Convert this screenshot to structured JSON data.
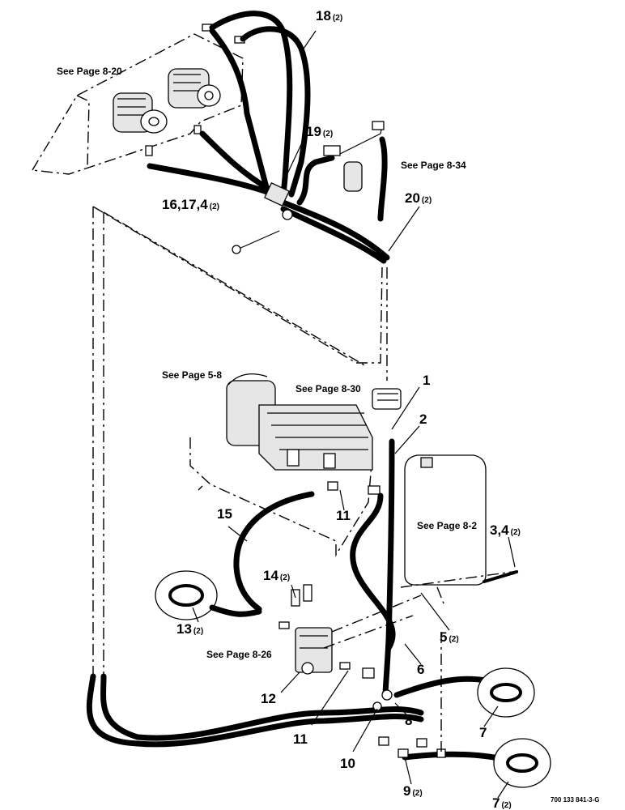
{
  "diagram": {
    "page_refs": {
      "p8_20": "See Page 8-20",
      "p8_34": "See Page 8-34",
      "p5_8": "See Page 5-8",
      "p8_30": "See Page 8-30",
      "p8_2": "See Page 8-2",
      "p8_26": "See Page 8-26"
    },
    "callouts": {
      "c18": {
        "num": "18",
        "qty": "(2)"
      },
      "c19": {
        "num": "19",
        "qty": "(2)"
      },
      "c20": {
        "num": "20",
        "qty": "(2)"
      },
      "c16": {
        "num": "16,17,4",
        "qty": "(2)"
      },
      "c1": {
        "num": "1",
        "qty": ""
      },
      "c2": {
        "num": "2",
        "qty": ""
      },
      "c3": {
        "num": "3,4",
        "qty": "(2)"
      },
      "c15": {
        "num": "15",
        "qty": ""
      },
      "c11a": {
        "num": "11",
        "qty": ""
      },
      "c14": {
        "num": "14",
        "qty": "(2)"
      },
      "c13": {
        "num": "13",
        "qty": "(2)"
      },
      "c5": {
        "num": "5",
        "qty": "(2)"
      },
      "c6": {
        "num": "6",
        "qty": ""
      },
      "c12": {
        "num": "12",
        "qty": ""
      },
      "c7a": {
        "num": "7",
        "qty": ""
      },
      "c8": {
        "num": "8",
        "qty": ""
      },
      "c11b": {
        "num": "11",
        "qty": ""
      },
      "c10": {
        "num": "10",
        "qty": ""
      },
      "c9": {
        "num": "9",
        "qty": "(2)"
      },
      "c7b": {
        "num": "7",
        "qty": "(2)"
      }
    },
    "drawing_code": "700 133 841-3-G"
  }
}
